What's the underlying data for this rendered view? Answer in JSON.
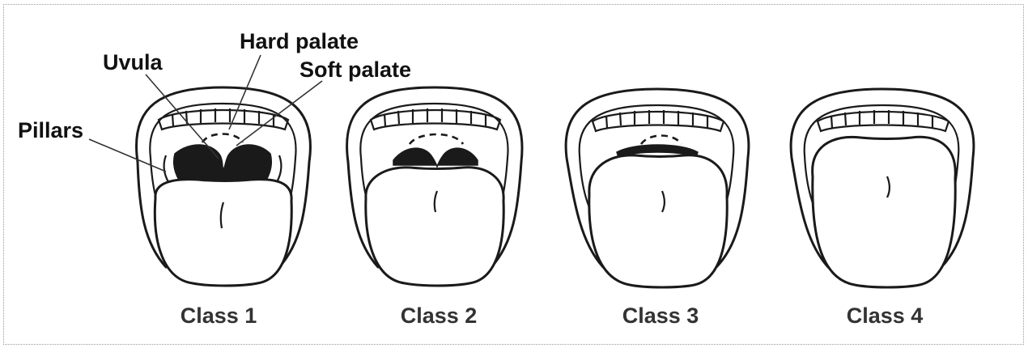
{
  "labels": {
    "hard_palate": "Hard palate",
    "uvula": "Uvula",
    "soft_palate": "Soft palate",
    "pillars": "Pillars"
  },
  "classes": [
    {
      "label": "Class 1"
    },
    {
      "label": "Class 2"
    },
    {
      "label": "Class 3"
    },
    {
      "label": "Class 4"
    }
  ],
  "colors": {
    "ink": "#1a1a1a",
    "background": "#ffffff",
    "class_label": "#333333"
  }
}
